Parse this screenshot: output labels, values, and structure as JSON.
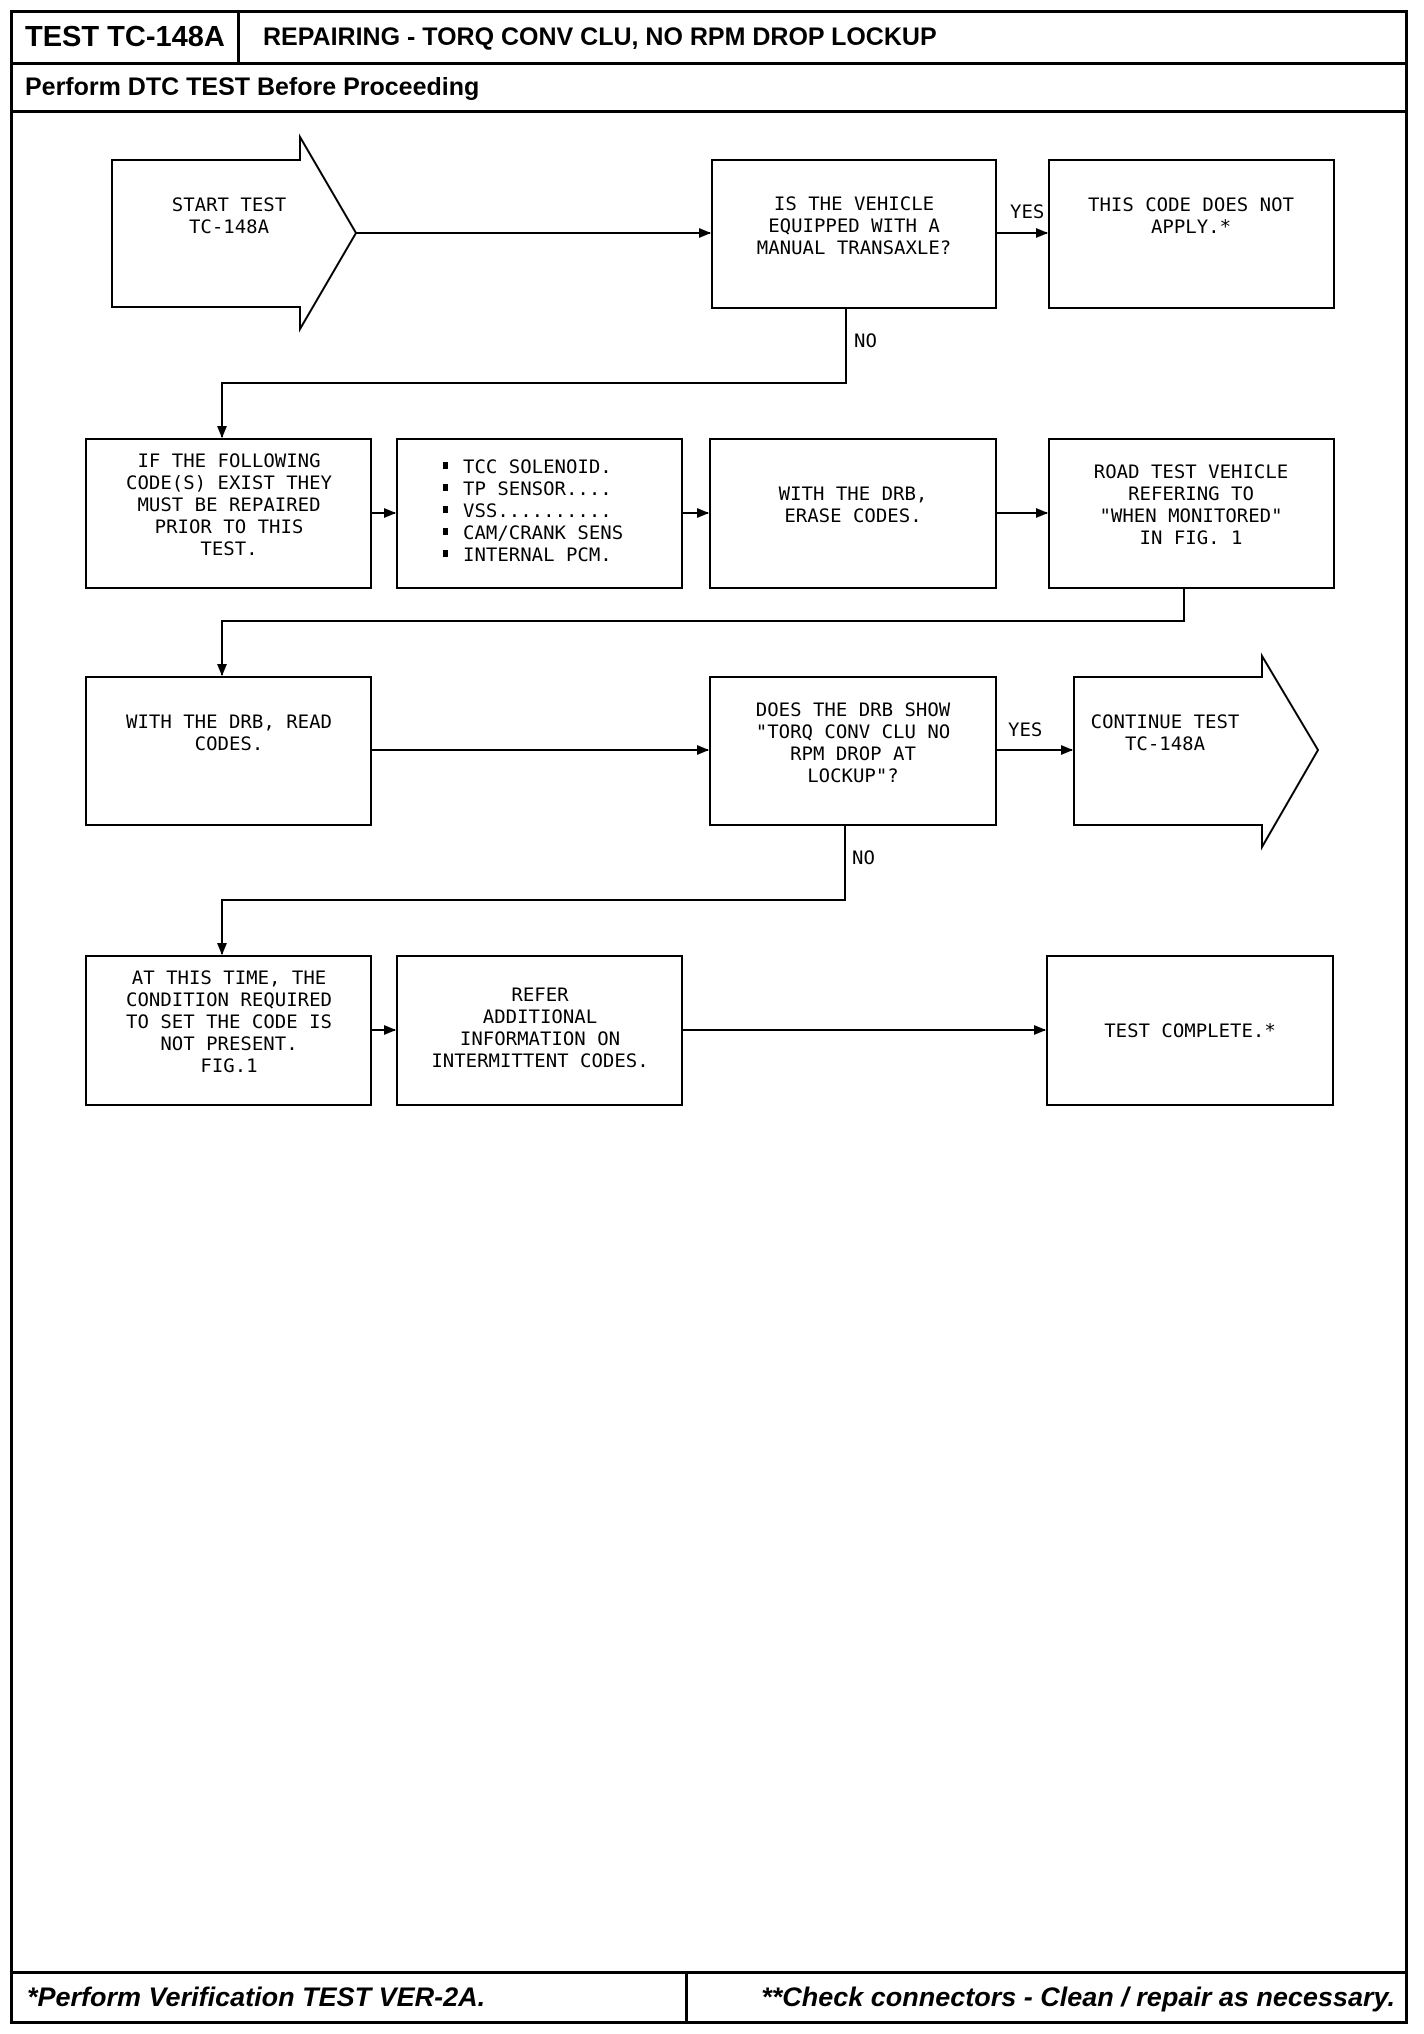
{
  "header": {
    "test_id": "TEST TC-148A",
    "title": "REPAIRING - TORQ CONV CLU, NO RPM DROP LOCKUP",
    "subtitle": "Perform DTC TEST Before Proceeding"
  },
  "flow": {
    "start": [
      "START TEST",
      "TC-148A"
    ],
    "q_manual": [
      "IS THE VEHICLE",
      "EQUIPPED WITH A",
      "MANUAL TRANSAXLE?"
    ],
    "yes1": "YES",
    "not_apply": [
      "THIS CODE DOES NOT",
      "APPLY.*"
    ],
    "no1": "NO",
    "codes_exist": [
      "IF THE FOLLOWING",
      "CODE(S) EXIST THEY",
      "MUST BE REPAIRED",
      "PRIOR TO THIS",
      "TEST."
    ],
    "code_list": [
      "TCC SOLENOID.",
      "TP SENSOR....",
      "VSS..........",
      "CAM/CRANK SENS",
      "INTERNAL PCM."
    ],
    "erase_codes": [
      "WITH THE DRB,",
      "ERASE CODES."
    ],
    "road_test": [
      "ROAD TEST VEHICLE",
      "REFERING TO",
      "\"WHEN MONITORED\"",
      "IN FIG. 1"
    ],
    "read_codes": [
      "WITH THE DRB, READ",
      "CODES."
    ],
    "q_drb_show": [
      "DOES THE DRB SHOW",
      "\"TORQ CONV CLU NO",
      "RPM DROP AT",
      "LOCKUP\"?"
    ],
    "yes2": "YES",
    "continue_test": [
      "CONTINUE TEST",
      "TC-148A"
    ],
    "no2": "NO",
    "not_present": [
      "AT THIS TIME, THE",
      "CONDITION REQUIRED",
      "TO SET THE CODE IS",
      "NOT PRESENT.",
      "FIG.1"
    ],
    "refer_info": [
      "REFER",
      "ADDITIONAL",
      "INFORMATION ON",
      "INTERMITTENT CODES."
    ],
    "test_complete": [
      "TEST COMPLETE.*"
    ]
  },
  "footer": {
    "left": "*Perform Verification TEST VER-2A.",
    "right": "**Check connectors - Clean / repair as necessary."
  }
}
